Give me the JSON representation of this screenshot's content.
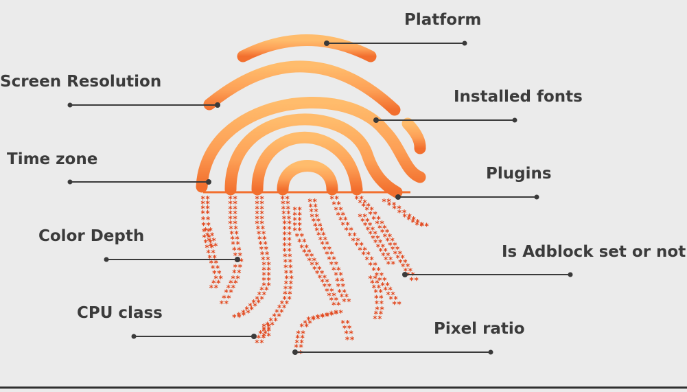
{
  "labels": {
    "platform": "Platform",
    "screen_resolution": "Screen Resolution",
    "installed_fonts": "Installed fonts",
    "time_zone": "Time zone",
    "plugins": "Plugins",
    "color_depth": "Color Depth",
    "adblock": "Is Adblock set or not",
    "cpu_class": "CPU class",
    "pixel_ratio": "Pixel ratio"
  },
  "glyph": "*",
  "icons": [
    "fingerprint-icon"
  ],
  "colors": {
    "background": "#ebebeb",
    "label_text": "#3b3b3b",
    "leader_line": "#3a3a3a",
    "fingerprint_light": "#ffbc6c",
    "fingerprint_dark": "#f26f2e",
    "asterisk": "#e2461b"
  }
}
